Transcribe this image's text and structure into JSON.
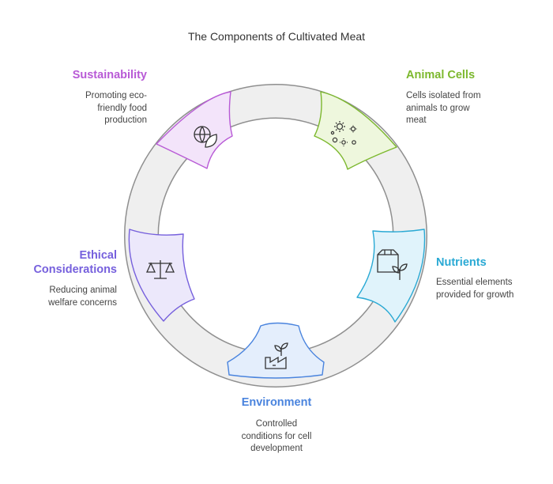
{
  "title": "The Components of Cultivated Meat",
  "colors": {
    "ring_fill": "#efefef",
    "ring_stroke": "#8f8f8f",
    "sustainability": "#b85ad6",
    "animal_cells": "#7cb82d",
    "nutrients": "#29a9d4",
    "environment": "#4a84de",
    "ethical": "#7660dd"
  },
  "components": {
    "sustainability": {
      "label": "Sustainability",
      "description": "Promoting eco-friendly food production",
      "desc_lines": [
        "Promoting eco-",
        "friendly food",
        "production"
      ],
      "icon": "globe-leaf-icon"
    },
    "animal_cells": {
      "label": "Animal Cells",
      "description": "Cells isolated from animals to grow meat",
      "desc_lines": [
        "Cells isolated from",
        "animals to grow",
        "meat"
      ],
      "icon": "cells-icon"
    },
    "nutrients": {
      "label": "Nutrients",
      "description": "Essential elements provided for growth",
      "desc_lines": [
        "Essential elements",
        "provided for growth"
      ],
      "icon": "box-sprout-icon"
    },
    "environment": {
      "label": "Environment",
      "description": "Controlled conditions for cell development",
      "desc_lines": [
        "Controlled",
        "conditions for cell",
        "development"
      ],
      "icon": "factory-plant-icon"
    },
    "ethical": {
      "label": "Ethical Considerations",
      "label_lines": [
        "Ethical",
        "Considerations"
      ],
      "description": "Reducing animal welfare concerns",
      "desc_lines": [
        "Reducing animal",
        "welfare concerns"
      ],
      "icon": "scales-icon"
    }
  }
}
